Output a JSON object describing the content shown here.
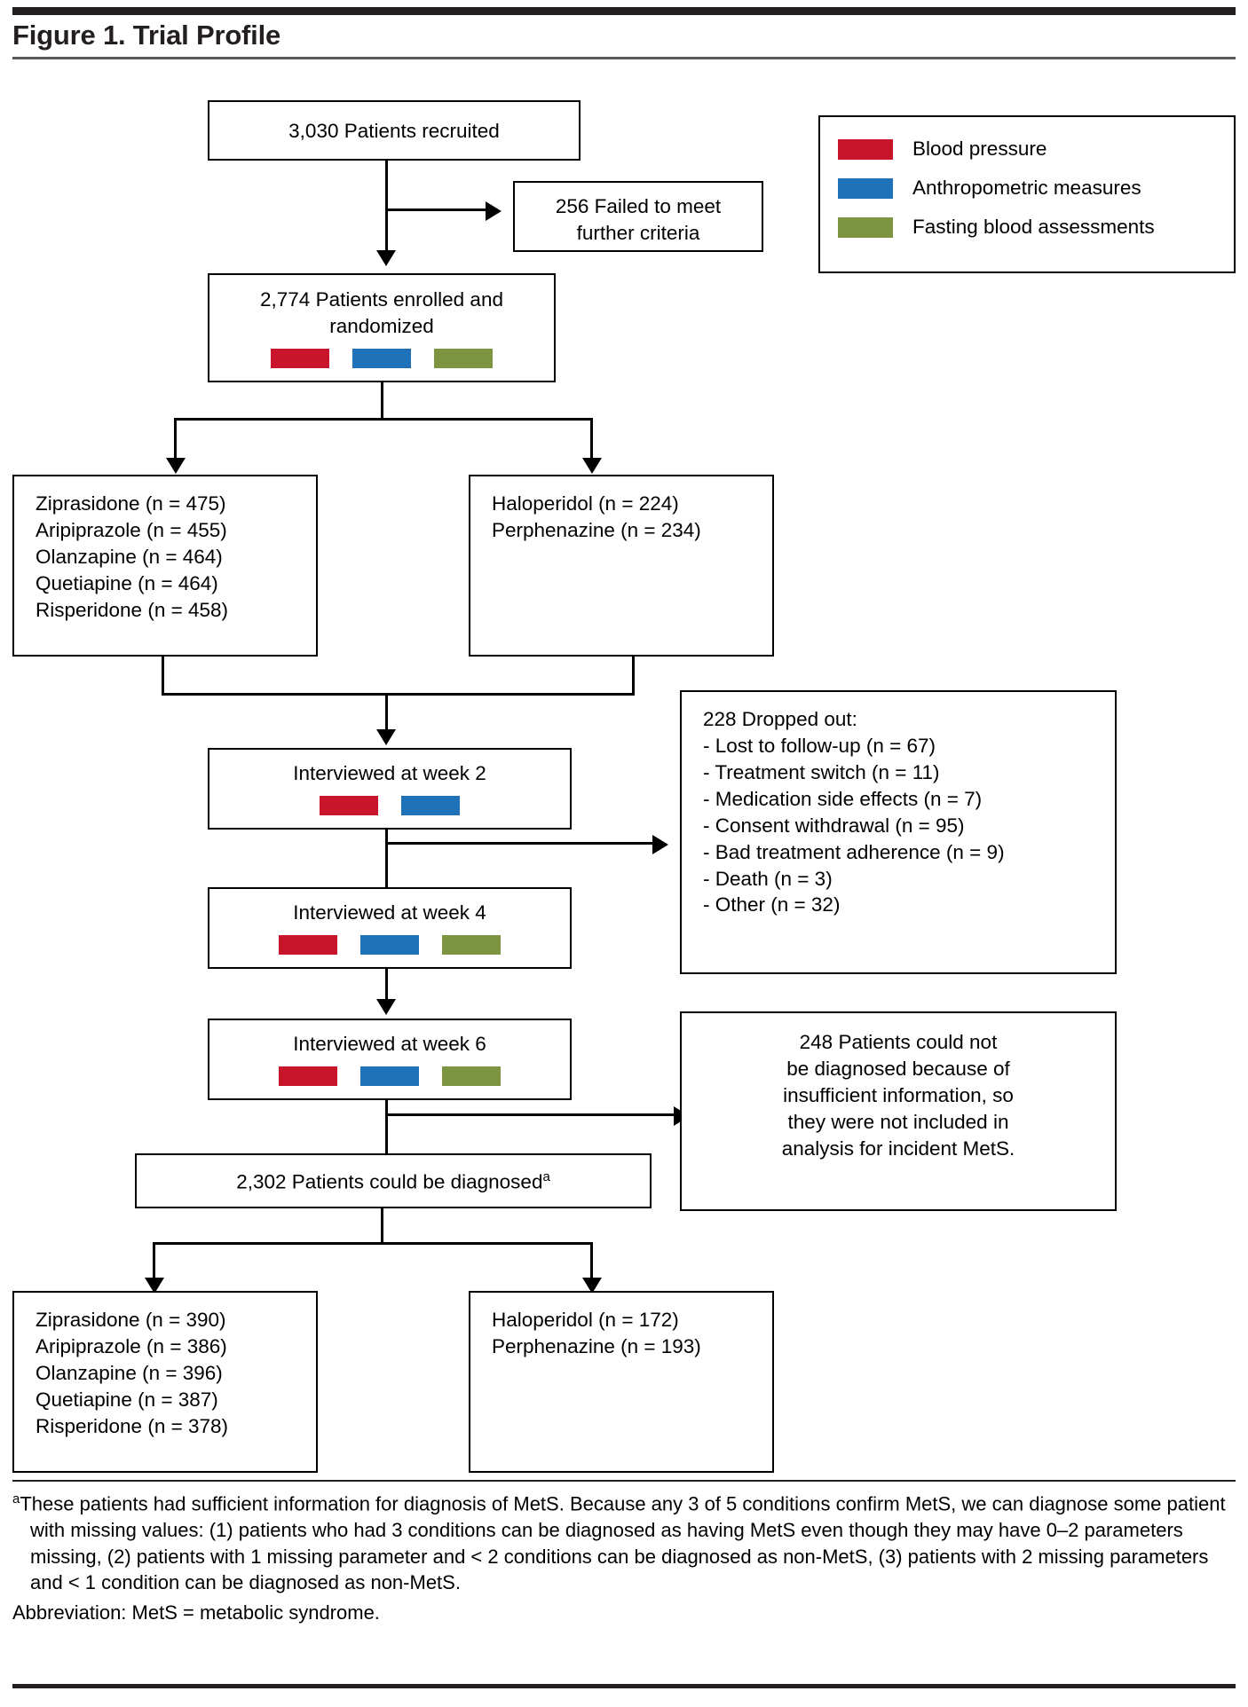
{
  "figure": {
    "title": "Figure 1. Trial Profile"
  },
  "legend": {
    "items": [
      {
        "label": "Blood pressure",
        "color": "#c8152b",
        "key": "blood-pressure"
      },
      {
        "label": "Anthropometric measures",
        "color": "#1f72b8",
        "key": "anthropometric-measures"
      },
      {
        "label": "Fasting blood assessments",
        "color": "#7d9440",
        "key": "fasting-blood-assessments"
      }
    ]
  },
  "colors": {
    "blood_pressure": "#c8152b",
    "anthropometric": "#1f72b8",
    "fasting_blood": "#7d9440",
    "line": "#000000",
    "rule_dark": "#231f20",
    "rule_gray": "#58595b"
  },
  "nodes": {
    "recruited": {
      "text": "3,030 Patients recruited"
    },
    "failed": {
      "line1": "256 Failed to meet",
      "line2": "further criteria"
    },
    "enrolled": {
      "line1": "2,774 Patients enrolled and",
      "line2": "randomized",
      "swatches": [
        "blood_pressure",
        "anthropometric",
        "fasting_blood"
      ]
    },
    "arm_left_1": {
      "lines": [
        "Ziprasidone (n = 475)",
        "Aripiprazole (n = 455)",
        "Olanzapine (n = 464)",
        "Quetiapine (n = 464)",
        "Risperidone (n = 458)"
      ]
    },
    "arm_right_1": {
      "lines": [
        "Haloperidol (n = 224)",
        "Perphenazine (n = 234)"
      ]
    },
    "week2": {
      "text": "Interviewed at week 2",
      "swatches": [
        "blood_pressure",
        "anthropometric"
      ]
    },
    "week4": {
      "text": "Interviewed at week 4",
      "swatches": [
        "blood_pressure",
        "anthropometric",
        "fasting_blood"
      ]
    },
    "week6": {
      "text": "Interviewed at week 6",
      "swatches": [
        "blood_pressure",
        "anthropometric",
        "fasting_blood"
      ]
    },
    "dropped": {
      "heading": "228 Dropped out:",
      "items": [
        "- Lost to follow-up (n = 67)",
        "- Treatment switch (n = 11)",
        "- Medication side effects (n = 7)",
        "- Consent withdrawal (n = 95)",
        "- Bad treatment adherence (n = 9)",
        "- Death (n = 3)",
        "- Other (n = 32)"
      ]
    },
    "not_diagnosed": {
      "lines": [
        "248 Patients could not",
        "be diagnosed because of",
        "insufficient information, so",
        "they were not included in",
        "analysis for incident MetS."
      ]
    },
    "diagnosed": {
      "text": "2,302 Patients could be diagnosed",
      "footnote_marker": "a"
    },
    "arm_left_2": {
      "lines": [
        "Ziprasidone (n = 390)",
        "Aripiprazole (n = 386)",
        "Olanzapine (n = 396)",
        "Quetiapine (n = 387)",
        "Risperidone (n = 378)"
      ]
    },
    "arm_right_2": {
      "lines": [
        "Haloperidol (n = 172)",
        "Perphenazine (n = 193)"
      ]
    }
  },
  "footnote": {
    "marker": "a",
    "text": "These patients had sufficient information for diagnosis of MetS. Because any 3 of 5 conditions confirm MetS, we can diagnose some patient with missing values: (1) patients who had 3 conditions can be diagnosed as having MetS even though they may have 0–2 parameters missing, (2) patients with 1 missing parameter and < 2 conditions can be diagnosed as non-MetS, (3) patients with 2 missing parameters and < 1 condition can be diagnosed as non-MetS.",
    "abbreviation": "Abbreviation: MetS = metabolic syndrome."
  }
}
